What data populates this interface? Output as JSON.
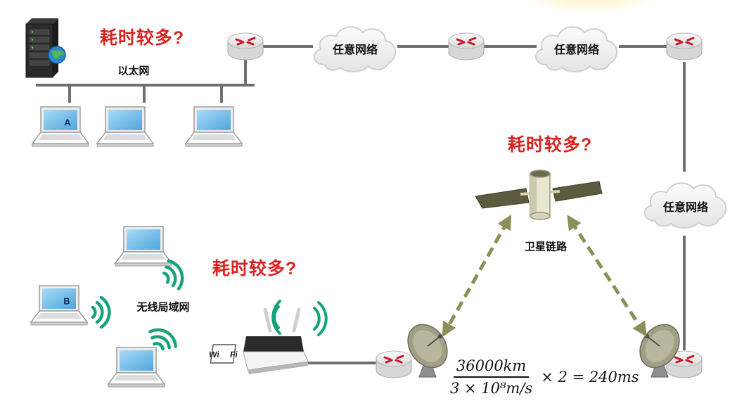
{
  "labels": {
    "ethernet": "以太网",
    "any_network": "任意网络",
    "wlan": "无线局域网",
    "satellite_link": "卫星链路",
    "takes_long": "耗时较多?"
  },
  "hosts": {
    "a": "A",
    "b": "B"
  },
  "wifi_router": {
    "text_left": "Wi",
    "text_right": "Fi"
  },
  "formula": {
    "numerator": "36000km",
    "denominator": "3 × 10⁸m/s",
    "rest": "× 2 = 240ms"
  },
  "colors": {
    "link_line": "#707070",
    "question": "#d9231f",
    "satellite_arrow": "#8d8f5a",
    "wifi_signal": "#16a37c",
    "laptop_screen": "#7fc6ee"
  }
}
